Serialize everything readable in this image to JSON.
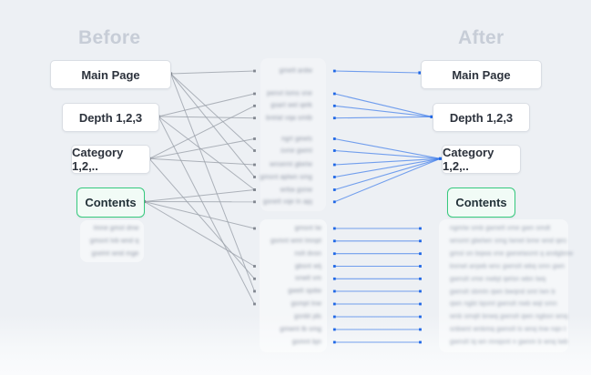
{
  "headings": {
    "before": "Before",
    "after": "After"
  },
  "before_boxes": [
    {
      "id": "main",
      "label": "Main Page",
      "style": "plain"
    },
    {
      "id": "depth",
      "label": "Depth 1,2,3",
      "style": "plain"
    },
    {
      "id": "category",
      "label": "Category 1,2,..",
      "style": "plain"
    },
    {
      "id": "contents",
      "label": "Contents",
      "style": "green"
    }
  ],
  "after_boxes": [
    {
      "id": "main",
      "label": "Main Page",
      "style": "plain"
    },
    {
      "id": "depth",
      "label": "Depth 1,2,3",
      "style": "plain"
    },
    {
      "id": "category",
      "label": "Category 1,2,..",
      "style": "plain"
    },
    {
      "id": "contents",
      "label": "Contents",
      "style": "green"
    }
  ],
  "middle_rows": {
    "a": [
      {
        "id": "a1",
        "text": "gmelt ardw"
      }
    ],
    "b": [
      {
        "id": "b1",
        "text": "penvt loms vne"
      },
      {
        "id": "b2",
        "text": "gsart wel qelk"
      },
      {
        "id": "b3",
        "text": "brelat vqa smtb"
      }
    ],
    "c": [
      {
        "id": "c1",
        "text": "ngrt gewls"
      },
      {
        "id": "c2",
        "text": "svne gwml"
      },
      {
        "id": "c3",
        "text": "wnsemt gbelw"
      },
      {
        "id": "c4",
        "text": "gmsnt aplwn smg"
      },
      {
        "id": "c5",
        "text": "wrba gsnw"
      },
      {
        "id": "c6",
        "text": "gsnelt vqe ln apj"
      }
    ],
    "d": [
      {
        "id": "d1",
        "text": "gmsnt lw"
      },
      {
        "id": "d2",
        "text": "gsmnt wmt lmnpt"
      },
      {
        "id": "d3",
        "text": "nslt dvsn"
      },
      {
        "id": "d4",
        "text": "gbsnt wlj"
      },
      {
        "id": "d5",
        "text": "snwlt vm"
      },
      {
        "id": "d6",
        "text": "gwelt spdw"
      },
      {
        "id": "d7",
        "text": "gsmpt lnw"
      },
      {
        "id": "d8",
        "text": "gsnbt jds"
      },
      {
        "id": "d9",
        "text": "gmwnt lb smg"
      },
      {
        "id": "d10",
        "text": "gsmnt bjn"
      }
    ]
  },
  "left_note_rows": [
    "lmne gmst dnw",
    "gmsnt lvb wnd q",
    "gselnt wnd mge"
  ],
  "right_paragraph_rows": [
    "ngmlw smb gwnelt vme gwn smdt",
    "wnsmt gbelwn smg lwnet bme wnd qes",
    "gmsl on bqwa vne gwnelasmt q andgbnw",
    "bsnwt anjwb wnc gwnslt wbq smn gwn",
    "gwnslt vme nwbjt qelsn wbn lwq",
    "gwnslt sbmln qwn bwqnd smt lwn b",
    "qwn ngbt lqsmt gwnslt nwb wql smn",
    "wnb smqlt bnwq gwnslt qwn ngbsn wnq",
    "snbwnt wnbmq gwnslt ls wnq lnw nqn t",
    "gwnslt lq wn mnqsnt n gwnm b wnq lwb"
  ],
  "connections": {
    "gray": [
      {
        "from": "main",
        "to": "a1"
      },
      {
        "from": "main",
        "to": "c2"
      },
      {
        "from": "main",
        "to": "c4"
      },
      {
        "from": "main",
        "to": "d6"
      },
      {
        "from": "depth",
        "to": "b1"
      },
      {
        "from": "depth",
        "to": "b3"
      },
      {
        "from": "depth",
        "to": "c5"
      },
      {
        "from": "depth",
        "to": "d7"
      },
      {
        "from": "category",
        "to": "b2"
      },
      {
        "from": "category",
        "to": "c1"
      },
      {
        "from": "category",
        "to": "c3"
      },
      {
        "from": "category",
        "to": "d5"
      },
      {
        "from": "contents",
        "to": "c5"
      },
      {
        "from": "contents",
        "to": "c6"
      },
      {
        "from": "contents",
        "to": "d1"
      },
      {
        "from": "contents",
        "to": "d4"
      }
    ],
    "blue": [
      {
        "from": "a1",
        "to": "main"
      },
      {
        "from": "b1",
        "to": "depth"
      },
      {
        "from": "b2",
        "to": "depth"
      },
      {
        "from": "b3",
        "to": "depth"
      },
      {
        "from": "c1",
        "to": "category"
      },
      {
        "from": "c2",
        "to": "category"
      },
      {
        "from": "c3",
        "to": "category"
      },
      {
        "from": "c4",
        "to": "category"
      },
      {
        "from": "c5",
        "to": "category"
      },
      {
        "from": "c6",
        "to": "category"
      },
      {
        "from": "d1",
        "to": "row-end"
      },
      {
        "from": "d2",
        "to": "row-end"
      },
      {
        "from": "d3",
        "to": "row-end"
      },
      {
        "from": "d4",
        "to": "row-end"
      },
      {
        "from": "d5",
        "to": "row-end"
      },
      {
        "from": "d6",
        "to": "row-end"
      },
      {
        "from": "d7",
        "to": "row-end"
      },
      {
        "from": "d8",
        "to": "row-end"
      },
      {
        "from": "d9",
        "to": "row-end"
      },
      {
        "from": "d10",
        "to": "row-end"
      }
    ]
  },
  "colors": {
    "background": "#edf0f4",
    "heading_gray": "#c7cdd7",
    "line_gray": "#9ba1aa",
    "dot_gray": "#80868f",
    "line_blue": "#3c7bea",
    "dot_blue": "#1f67e6",
    "accent_green": "#36c97e",
    "box_border": "#dadee4"
  }
}
